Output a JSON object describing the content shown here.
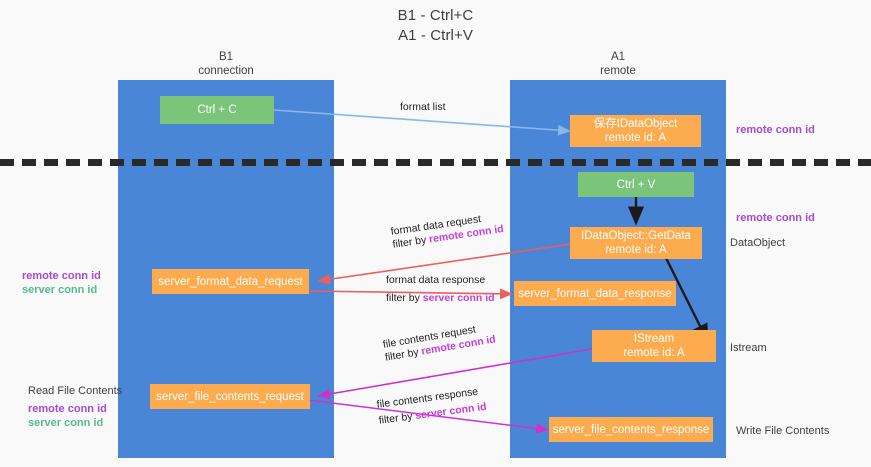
{
  "title": {
    "line1": "B1 - Ctrl+C",
    "line2": "A1 - Ctrl+V"
  },
  "columns": [
    {
      "name": "B1",
      "sub": "connection"
    },
    {
      "name": "A1",
      "sub": "remote"
    }
  ],
  "nodes": {
    "ctrl_c": {
      "label": "Ctrl + C"
    },
    "ctrl_v": {
      "label": "Ctrl + V"
    },
    "save_idataobject": {
      "line1": "保存IDataObject",
      "line2": "remote id: A"
    },
    "getdata": {
      "line1": "IDataObject::GetData",
      "line2": "remote id: A"
    },
    "istream": {
      "line1": "IStream",
      "line2": "remote id: A"
    },
    "server_format_data_request": {
      "label": "server_format_data_request"
    },
    "server_format_data_response": {
      "label": "server_format_data_response"
    },
    "server_file_contents_request": {
      "label": "server_file_contents_request"
    },
    "server_file_contents_response": {
      "label": "server_file_contents_response"
    }
  },
  "edges": {
    "format_list": {
      "label": "format list"
    },
    "format_data_request": {
      "line1": "format data request",
      "line2_prefix": "filter by ",
      "line2_key": "remote conn id"
    },
    "format_data_response": {
      "line1": "format data response",
      "line2_prefix": "filter by ",
      "line2_key": "server conn id"
    },
    "file_contents_request": {
      "line1": "file contents request",
      "line2_prefix": "filter by ",
      "line2_key": "remote conn id"
    },
    "file_contents_response": {
      "line1": "file contents response",
      "line2_prefix": "filter by ",
      "line2_key": "server conn id"
    }
  },
  "annotations": {
    "right_remote_conn_id_top": "remote conn id",
    "right_remote_conn_id_mid": "remote conn id",
    "right_dataobject": "DataObject",
    "right_istream": "Istream",
    "right_write_file_contents": "Write File Contents",
    "left_remote_conn_id_mid": "remote conn id",
    "left_server_conn_id_mid": "server conn id",
    "left_read_file_contents": "Read File Contents",
    "left_remote_conn_id_bottom": "remote conn id",
    "left_server_conn_id_bottom": "server conn id"
  },
  "colors": {
    "lane": "#4a86d8",
    "node_orange": "#fcab4e",
    "node_green": "#7ac57a",
    "accent_purple": "#a64ad0",
    "accent_green": "#57bb8a",
    "arrow_blue": "#86b9e8",
    "arrow_red": "#e8615a",
    "arrow_magenta": "#cc33cc",
    "arrow_black": "#1a1a1a",
    "divider": "#292929",
    "background": "#f9f9f9"
  }
}
